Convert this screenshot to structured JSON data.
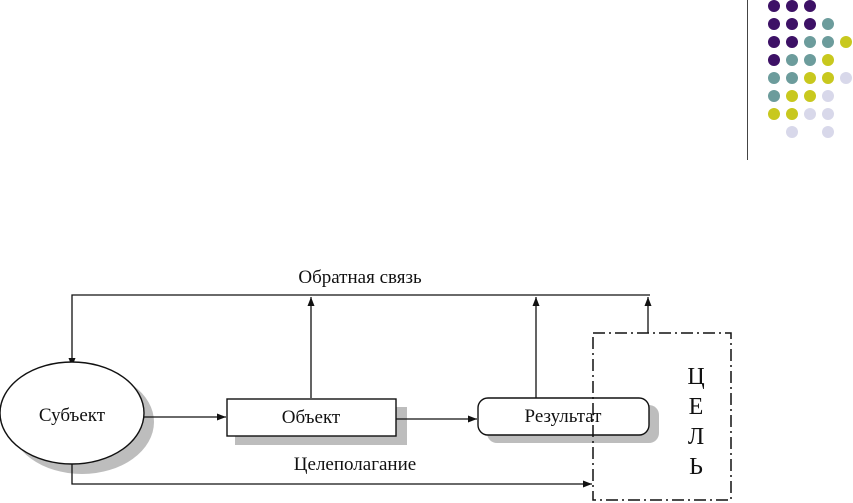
{
  "diagram": {
    "feedback_label": "Обратная связь",
    "goal_setting_label": "Целеполагание",
    "subject_label": "Субъект",
    "object_label": "Объект",
    "result_label": "Результат",
    "goal_letters": [
      "Ц",
      "Е",
      "Л",
      "Ь"
    ]
  },
  "decor": {
    "dot_colors": {
      "purple": "#3d1166",
      "teal": "#6c9c9c",
      "yellow": "#c8c81e",
      "lavender": "#d8d8ea"
    },
    "dot_rows": [
      [
        "purple",
        "purple",
        "purple"
      ],
      [
        "purple",
        "purple",
        "purple",
        "teal"
      ],
      [
        "purple",
        "purple",
        "teal",
        "teal",
        "yellow"
      ],
      [
        "purple",
        "teal",
        "teal",
        "yellow"
      ],
      [
        "teal",
        "teal",
        "yellow",
        "yellow",
        "lavender"
      ],
      [
        "teal",
        "yellow",
        "yellow",
        "lavender"
      ],
      [
        "yellow",
        "yellow",
        "lavender",
        "lavender"
      ],
      [
        null,
        "lavender",
        null,
        "lavender"
      ]
    ]
  }
}
